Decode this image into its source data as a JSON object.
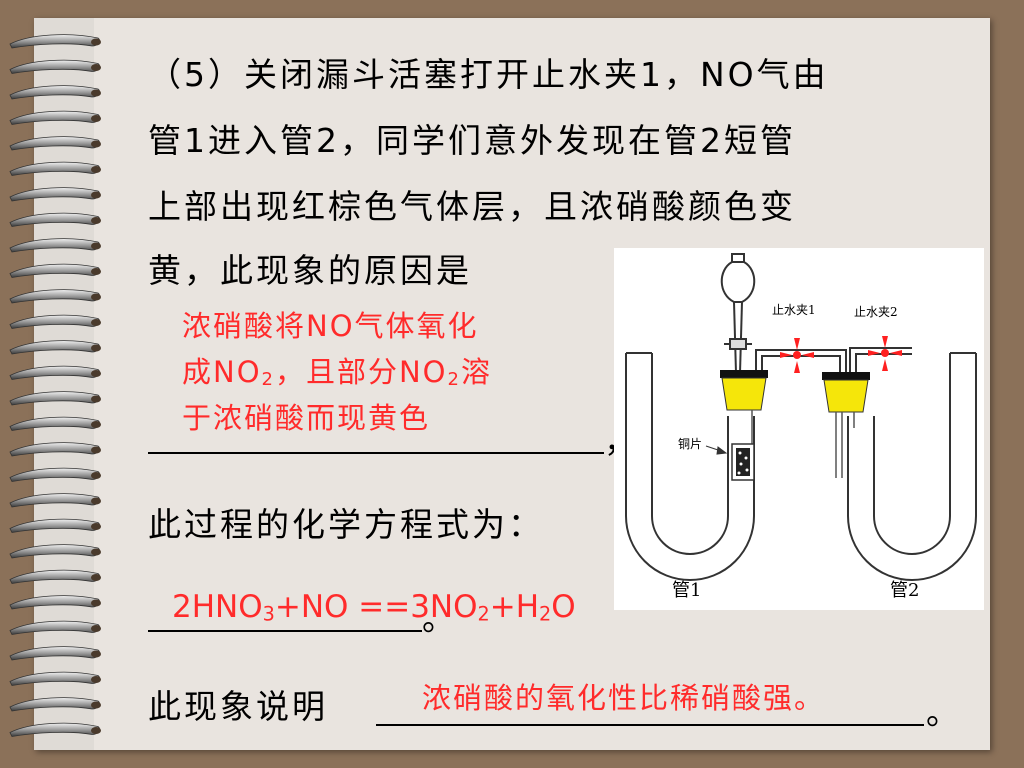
{
  "question": {
    "line1": "（5）关闭漏斗活塞打开止水夹1，NO气由",
    "line2": "管1进入管2，同学们意外发现在管2短管",
    "line3": "上部出现红棕色气体层，且浓硝酸颜色变",
    "line4": "黄，此现象的原因是",
    "blank1_end": "，",
    "line_equation_prompt": "此过程的化学方程式为：",
    "blank2_end": "。",
    "line_conclusion_prompt": "此现象说明",
    "blank3_end": "。"
  },
  "answers": {
    "reason": {
      "line1": "浓硝酸将NO气体氧化",
      "line2_a": "成NO",
      "line2_sub": "2",
      "line2_b": "，且部分NO",
      "line2_sub2": "2",
      "line2_c": "溶",
      "line3": "于浓硝酸而现黄色"
    },
    "equation": {
      "p1": "2HNO",
      "s1": "3",
      "p2": "+NO ==3NO",
      "s2": "2",
      "p3": "+H",
      "s3": "2",
      "p4": "O"
    },
    "conclusion": "浓硝酸的氧化性比稀硝酸强。"
  },
  "diagram": {
    "clamp1_label": "止水夹1",
    "clamp2_label": "止水夹2",
    "copper_label": "铜片",
    "tube1_label": "管1",
    "tube2_label": "管2"
  },
  "colors": {
    "answer_red": "#ff2b2b",
    "stopper_yellow": "#f5e60a",
    "clamp_red": "#ff2020"
  }
}
